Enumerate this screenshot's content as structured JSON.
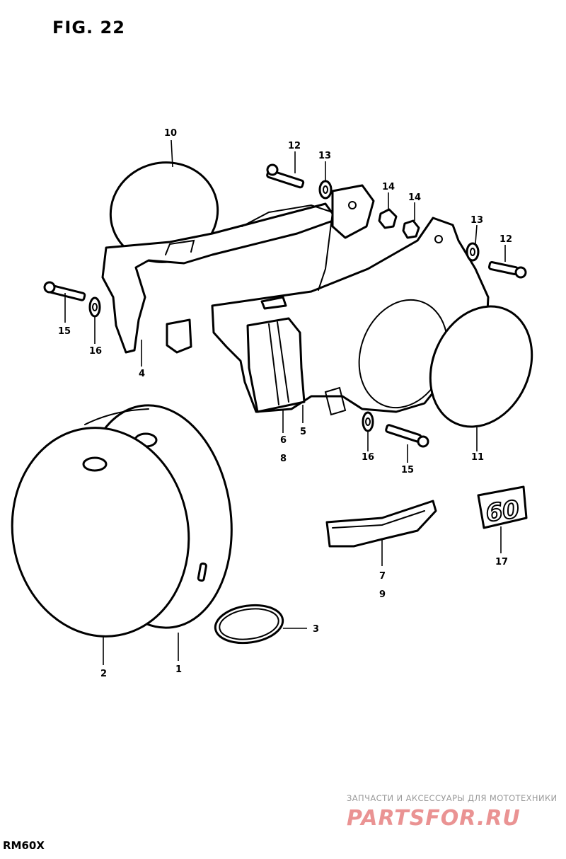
{
  "figure": {
    "title": "FIG. 22",
    "model": "RM60X"
  },
  "callouts": [
    {
      "id": "c10",
      "label": "10"
    },
    {
      "id": "c12a",
      "label": "12"
    },
    {
      "id": "c13a",
      "label": "13"
    },
    {
      "id": "c14a",
      "label": "14"
    },
    {
      "id": "c14b",
      "label": "14"
    },
    {
      "id": "c13b",
      "label": "13"
    },
    {
      "id": "c12b",
      "label": "12"
    },
    {
      "id": "c15a",
      "label": "15"
    },
    {
      "id": "c16a",
      "label": "16"
    },
    {
      "id": "c4",
      "label": "4"
    },
    {
      "id": "c6",
      "label": "6"
    },
    {
      "id": "c8",
      "label": "8"
    },
    {
      "id": "c5",
      "label": "5"
    },
    {
      "id": "c16b",
      "label": "16"
    },
    {
      "id": "c15b",
      "label": "15"
    },
    {
      "id": "c11",
      "label": "11"
    },
    {
      "id": "c17",
      "label": "17"
    },
    {
      "id": "c7",
      "label": "7"
    },
    {
      "id": "c9",
      "label": "9"
    },
    {
      "id": "c3",
      "label": "3"
    },
    {
      "id": "c2",
      "label": "2"
    },
    {
      "id": "c1",
      "label": "1"
    }
  ],
  "emblem": "60",
  "watermark": {
    "subtitle": "ЗАПЧАСТИ И АКСЕССУАРЫ ДЛЯ МОТОТЕХНИКИ",
    "brand": "PARTSFOR.RU"
  }
}
